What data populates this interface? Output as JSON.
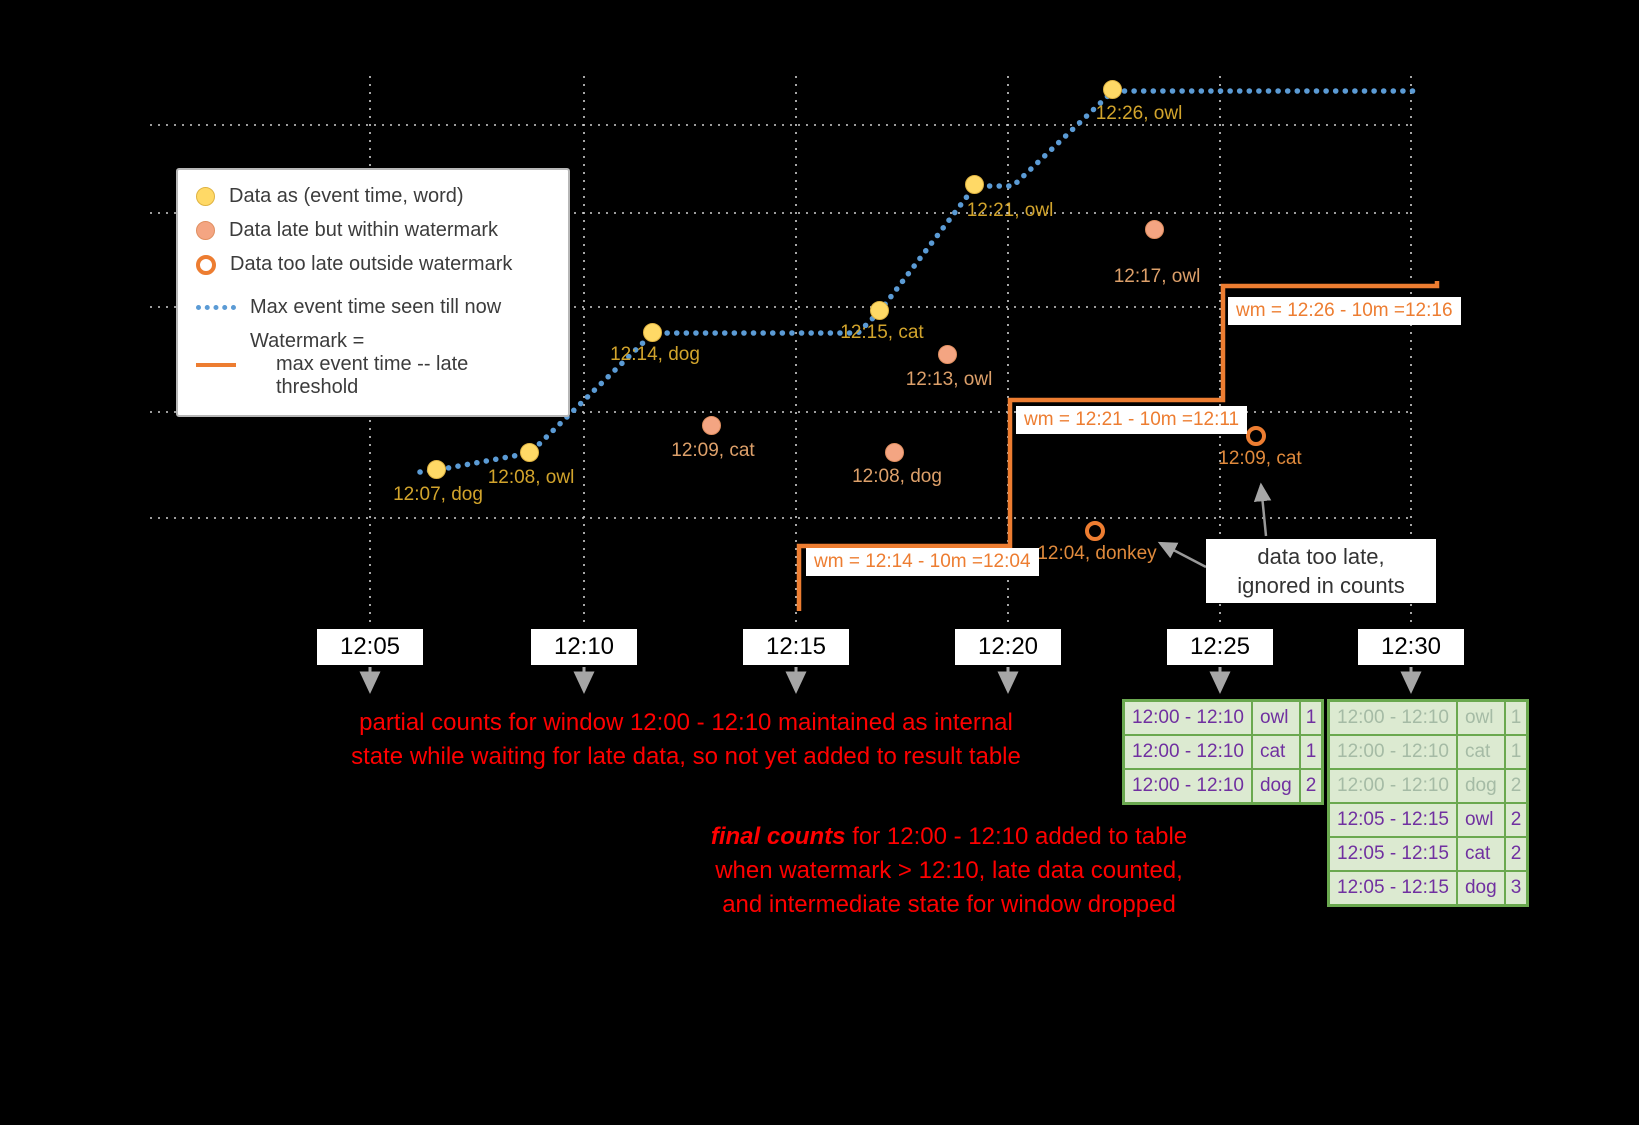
{
  "colors": {
    "background": "#000000",
    "on_time": "#ffd966",
    "late": "#f4a582",
    "too_late_ring": "#ed7d31",
    "max_event_line": "#5b9bd5",
    "watermark_line": "#ed7d31",
    "label_on_time": "#d2a42c",
    "label_late": "#dda06a",
    "label_too_late": "#e08a3c",
    "table_border": "#6aa84f",
    "table_bg": "#dcead1",
    "table_text": "#7030a0",
    "table_text_faded": "#a5bba5",
    "annotation_red": "#ff0000",
    "axis_arrow": "#a6a6a6"
  },
  "legend": {
    "dot_yellow_label": "Data as (event time, word)",
    "dot_salmon_label": "Data late but within watermark",
    "dot_open_label": "Data too late outside watermark",
    "dotted_line_label": "Max event time seen till now",
    "watermark_label_line1": "Watermark =",
    "watermark_label_line2": "max event time -- late threshold"
  },
  "axis_ticks": [
    "12:05",
    "12:10",
    "12:15",
    "12:20",
    "12:25",
    "12:30"
  ],
  "points": {
    "on_time": [
      {
        "label": "12:07, dog"
      },
      {
        "label": "12:08, owl"
      },
      {
        "label": "12:14, dog"
      },
      {
        "label": "12:15, cat"
      },
      {
        "label": "12:21, owl"
      },
      {
        "label": "12:26, owl"
      }
    ],
    "late": [
      {
        "label": "12:09, cat"
      },
      {
        "label": "12:08, dog"
      },
      {
        "label": "12:13, owl"
      },
      {
        "label": "12:17, owl"
      }
    ],
    "too_late": [
      {
        "label": "12:04, donkey"
      },
      {
        "label": "12:09, cat"
      }
    ]
  },
  "watermark_steps": [
    "wm = 12:14 - 10m =12:04",
    "wm = 12:21 - 10m =12:11",
    "wm = 12:26 - 10m =12:16"
  ],
  "annotations": {
    "partial_line1": "partial counts for window 12:00 - 12:10 maintained as internal",
    "partial_line2": "state while waiting for late data, so not yet added  to result table",
    "final_bold": "final counts",
    "final_line1_rest": " for 12:00 - 12:10 added to table",
    "final_line2": "when watermark > 12:10, late data counted,",
    "final_line3": "and intermediate state for window dropped",
    "too_late_note_line1": "data too late,",
    "too_late_note_line2": "ignored in counts"
  },
  "tables": {
    "t25": {
      "rows": [
        {
          "window": "12:00 - 12:10",
          "word": "owl",
          "count": "1"
        },
        {
          "window": "12:00 - 12:10",
          "word": "cat",
          "count": "1"
        },
        {
          "window": "12:00 - 12:10",
          "word": "dog",
          "count": "2"
        }
      ]
    },
    "t30": {
      "faded_rows": [
        {
          "window": "12:00 - 12:10",
          "word": "owl",
          "count": "1"
        },
        {
          "window": "12:00 - 12:10",
          "word": "cat",
          "count": "1"
        },
        {
          "window": "12:00 - 12:10",
          "word": "dog",
          "count": "2"
        }
      ],
      "rows": [
        {
          "window": "12:05 - 12:15",
          "word": "owl",
          "count": "2"
        },
        {
          "window": "12:05 - 12:15",
          "word": "cat",
          "count": "2"
        },
        {
          "window": "12:05 - 12:15",
          "word": "dog",
          "count": "3"
        }
      ]
    }
  }
}
